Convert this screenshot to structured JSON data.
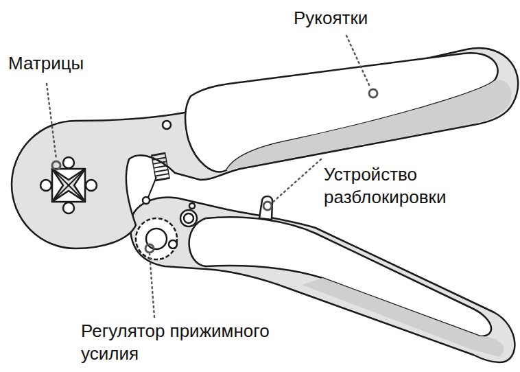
{
  "diagram": {
    "labels": [
      "Матрицы",
      "Рукоятки",
      "Устройство разблокировки",
      "Регулятор прижимного усилия"
    ]
  }
}
